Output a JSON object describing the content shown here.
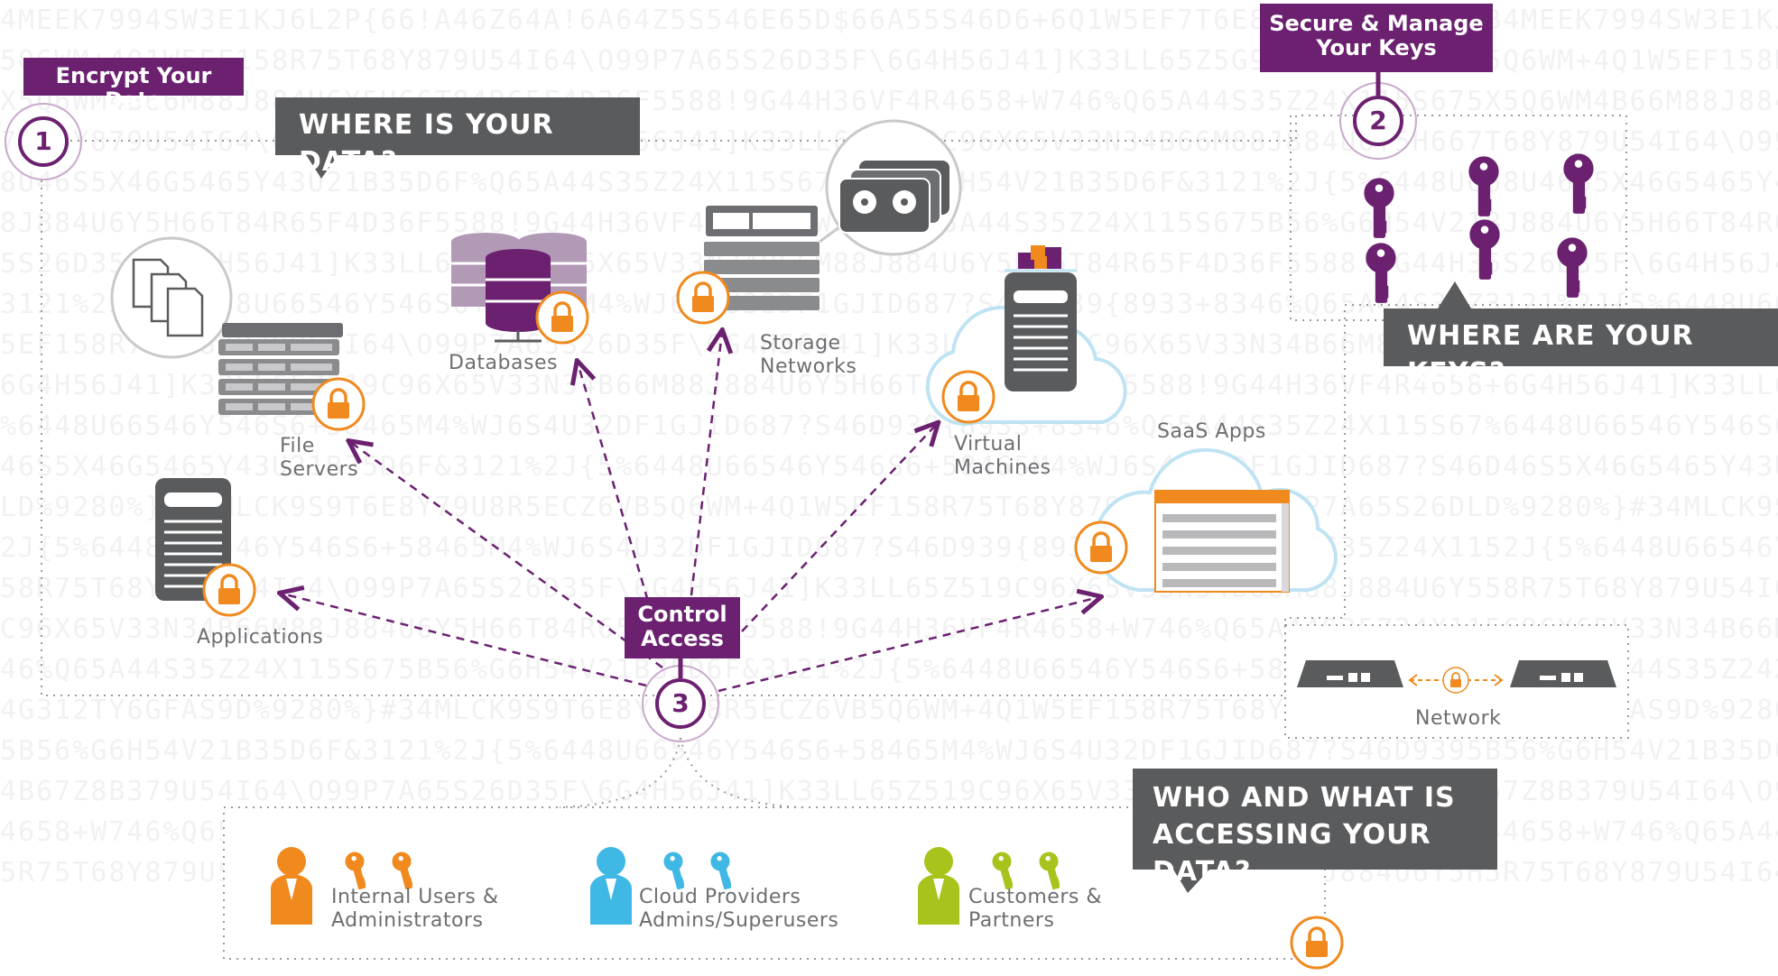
{
  "background_code": [
    "4MEEK7994SW3E1KJ6L2P{66!A46Z64A!6A64Z5S546E65D$66A55S46D6+6Q1W5EF7T6E8Y79U8R5ECZ6VB",
    "5Q6WM+4Q1W5EF158R75T68Y879U54I64\\O99P7A65S26D35F\\6G4H56J41]K33LL65Z5G9C96X65V33NB4",
    "X5Q6WM4B66M88J884U6Y5H66T84R65F4D36F5588!9G44H36VF4R4658+W746%Q65A44S35Z24X115S675",
    "7T68Y879U54I64\\O99P7A65S26D35F\\6G4H56J41]K33LL65Z519C96X65V33N34B66M88J884U6Y5H66",
    "8U46S5X46G5465Y43U21B35D6F%Q65A44S35Z24X115S675B56%G6H54V21B35D6F&3121%2J{5%6448U66",
    "8J884U6Y5H66T84R65F4D36F5588!9G44H36VF4R4658+W746%Q65A44S35Z24X115S675B56%G6H54V21",
    "5S26D35F\\6G4H56J41]K33LL65Z519C96X65V33N34B66M88J884U6Y5H66T84R65F4D36F5588!9G44H3",
    "3121%2J{5%6448U66546Y546S6+58465M4%WJ6S4U32DF1GJID687?S46D939{8933+8346%Q65A44S35Z",
    "5EF158R75T68Y879U54I64\\O99P7A65S26D35F\\6G4H56J41]K33LL65Z519C96X65V33N34B66M88J884",
    "6G4H56J41]K33LL65Z519C96X65V33N34B66M88J884U6Y5H66T84R65F4D36F5588!9G44H36VF4R4658+",
    "%6448U66546Y546S6+58465M4%WJ6S4U32DF1GJID687?S46D939{8933+8346%Q65A44S35Z24X115S67",
    "46S5X46G5465Y43U21B35D6F&3121%2J{5%6448U66546Y546S6+58465M4%WJ6S4U32DF1GJID687?S46D",
    "LD%9280%}#34MLCK9S9T6E8Y79U8R5ECZ6VB5Q6WM+4Q1W5EF158R75T68Y879U54I64\\O99P7A65S26D",
    "2J{5%6448U66546Y546S6+58465M4%WJ6S4U32DF1GJID687?S46D939{8933+8346%Q65A44S35Z24X115",
    "58R75T68Y879U54I64\\O99P7A65S26D35F\\6G4H56J41]K33LL65Z519C96X65V33N34B66M88J884U6Y5",
    "C96X65V33N34B66M88J884U6Y5H66T84R65F4D36F5588!9G44H36VF4R4658+W746%Q65A44S35Z24X115",
    "46%Q65A44S35Z24X115S675B56%G6H54V21B35D6F&3121%2J{5%6448U66546Y546S6+58465M4%WJ6S4U",
    "4G312TY6GFAS9D%9280%}#34MLCK9S9T6E8Y79U8R5ECZ6VB5Q6WM+4Q1W5EF158R75T68Y879U54I64",
    "5B56%G6H54V21B35D6F&3121%2J{5%6448U66546Y546S6+58465M4%WJ6S4U32DF1GJID687?S46D939",
    "4B67Z8B379U54I64\\O99P7A65S26D35F\\6G4H56J41]K33LL65Z519C96X65V33N34B66M88J884U6Y5",
    "4658+W746%Q65A44S35Z24X115S675B56%G6H54V21B35D6F&3121%2J{5%6448U66546Y546S6+58465M4",
    "5R75T68Y879U54I64\\O99P7A65S26D35F\\6G4H56J41]K33LL65Z519C96X65V33N34B66M88J884U6Y5H"
  ],
  "steps": {
    "s1": {
      "number": "1",
      "tag": "Encrypt Your Data"
    },
    "s2": {
      "number": "2",
      "tag_line1": "Secure & Manage",
      "tag_line2": "Your Keys"
    },
    "s3": {
      "number": "3",
      "tag_line1": "Control",
      "tag_line2": "Access"
    }
  },
  "callouts": {
    "data": "WHERE IS YOUR DATA?",
    "keys": "WHERE ARE YOUR KEYS?",
    "access_line1": "WHO AND WHAT IS",
    "access_line2": "ACCESSING YOUR DATA?"
  },
  "resources": {
    "file_servers": {
      "line1": "File",
      "line2": "Servers",
      "icon": "file-server-icon"
    },
    "databases": {
      "line1": "Databases",
      "icon": "database-icon"
    },
    "storage": {
      "line1": "Storage",
      "line2": "Networks",
      "icon": "storage-network-icon"
    },
    "virtual_machines": {
      "line1": "Virtual",
      "line2": "Machines",
      "icon": "virtual-machine-icon"
    },
    "saas": {
      "line1": "SaaS Apps",
      "icon": "saas-cloud-icon"
    },
    "applications": {
      "line1": "Applications",
      "icon": "application-server-icon"
    },
    "network": {
      "line1": "Network",
      "icon": "network-appliance-icon"
    }
  },
  "users": {
    "internal": {
      "line1": "Internal Users &",
      "line2": "Administrators",
      "color": "#f08a1e"
    },
    "cloud": {
      "line1": "Cloud Providers",
      "line2": "Admins/Superusers",
      "color": "#3fb8e5"
    },
    "customers": {
      "line1": "Customers &",
      "line2": "Partners",
      "color": "#a8c41c"
    }
  },
  "colors": {
    "purple": "#6b2170",
    "dark_gray": "#5a5b5d",
    "orange": "#f08a1e",
    "server_gray": "#8a8b8d",
    "cloud_blue": "#bfe3f3"
  }
}
